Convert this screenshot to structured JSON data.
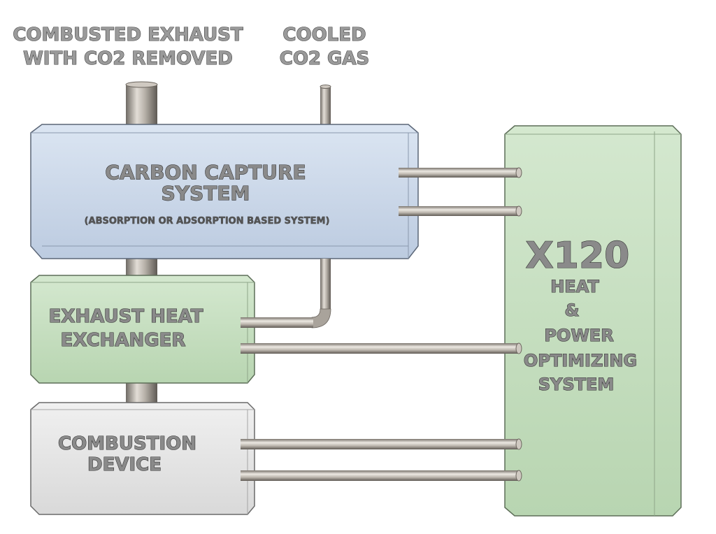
{
  "labels": {
    "exhaust_out_line1": "COMBUSTED EXHAUST",
    "exhaust_out_line2": "WITH CO2 REMOVED",
    "co2_out_line1": "COOLED",
    "co2_out_line2": "CO2 GAS"
  },
  "blocks": {
    "carbon_capture": {
      "line1": "CARBON CAPTURE",
      "line2": "SYSTEM",
      "note": "(ABSORPTION OR ADSORPTION BASED SYSTEM)",
      "color": "#c5d3e6"
    },
    "exhaust_hx": {
      "line1": "EXHAUST HEAT",
      "line2": "EXCHANGER",
      "color": "#c2dcbc"
    },
    "combustion": {
      "line1": "COMBUSTION",
      "line2": "DEVICE",
      "color": "#e4e4e4"
    },
    "x120": {
      "title": "X120",
      "line1": "HEAT",
      "line2": "&",
      "line3": "POWER",
      "line4": "OPTIMIZING",
      "line5": "SYSTEM",
      "color": "#c2dcbc"
    }
  }
}
